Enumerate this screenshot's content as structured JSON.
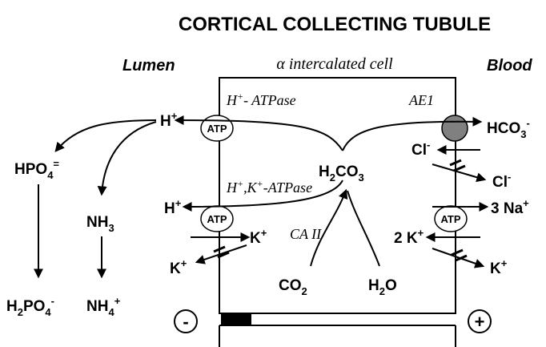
{
  "title": "CORTICAL COLLECTING TUBULE",
  "regions": {
    "lumen": "Lumen",
    "cell": "α intercalated cell",
    "blood": "Blood"
  },
  "transporters": {
    "h_atpase": "H",
    "h_atpase_sup": "+",
    "h_atpase_rest": "- ATPase",
    "ae1": "AE1",
    "hk_atpase_h": "H",
    "hk_atpase_sup1": "+",
    "hk_atpase_mid": ",K",
    "hk_atpase_sup2": "+",
    "hk_atpase_rest": "-ATPase",
    "ca2": "CA II",
    "atp": "ATP"
  },
  "species": {
    "h_plus": "H",
    "plus": "+",
    "hpo4": "HPO",
    "hpo4_sub": "4",
    "hpo4_sup": "=",
    "nh3": "NH",
    "nh3_sub": "3",
    "h2po4_a": "H",
    "h2po4_sub1": "2",
    "h2po4_b": "PO",
    "h2po4_sub2": "4",
    "h2po4_sup": "-",
    "nh4": "NH",
    "nh4_sub": "4",
    "nh4_sup": "+",
    "k_plus": "K",
    "h2co3_a": "H",
    "h2co3_sub1": "2",
    "h2co3_b": "CO",
    "h2co3_sub2": "3",
    "hco3": "HCO",
    "hco3_sub": "3",
    "hco3_sup": "-",
    "cl": "Cl",
    "cl_sup": "-",
    "na_3": "3 Na",
    "k_2": "2 K",
    "co2": "CO",
    "co2_sub": "2",
    "h2o_a": "H",
    "h2o_sub": "2",
    "h2o_b": "O"
  },
  "polarity": {
    "minus": "-",
    "plus": "+"
  }
}
